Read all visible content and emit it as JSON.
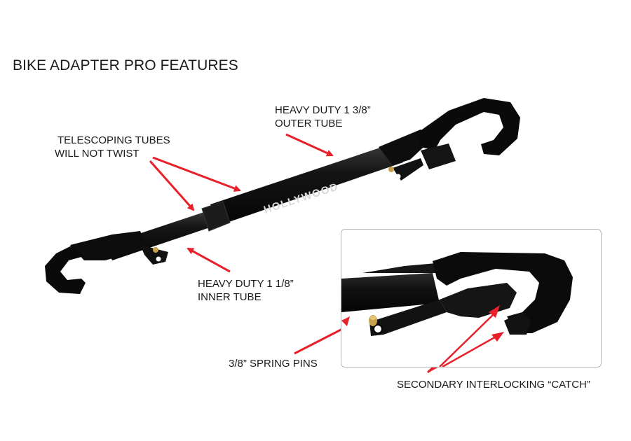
{
  "title": "BIKE ADAPTER PRO FEATURES",
  "brand_logo_text": "HOLLYWOOD",
  "callouts": {
    "outer_tube": {
      "line1": "HEAVY DUTY 1 3/8”",
      "line2": "OUTER TUBE"
    },
    "telescoping": {
      "line1": "TELESCOPING TUBES",
      "line2": "WILL NOT TWIST"
    },
    "inner_tube": {
      "line1": "HEAVY DUTY 1 1/8”",
      "line2": "INNER TUBE"
    },
    "spring_pins": {
      "line1": "3/8” SPRING PINS"
    },
    "catch": {
      "line1": "SECONDARY INTERLOCKING “CATCH”"
    }
  },
  "colors": {
    "arrow": "#e8202a",
    "product": "#111111",
    "text": "#1a1a1a",
    "inset_border": "#b8b8b8",
    "pin_brass": "#c8a24a"
  }
}
